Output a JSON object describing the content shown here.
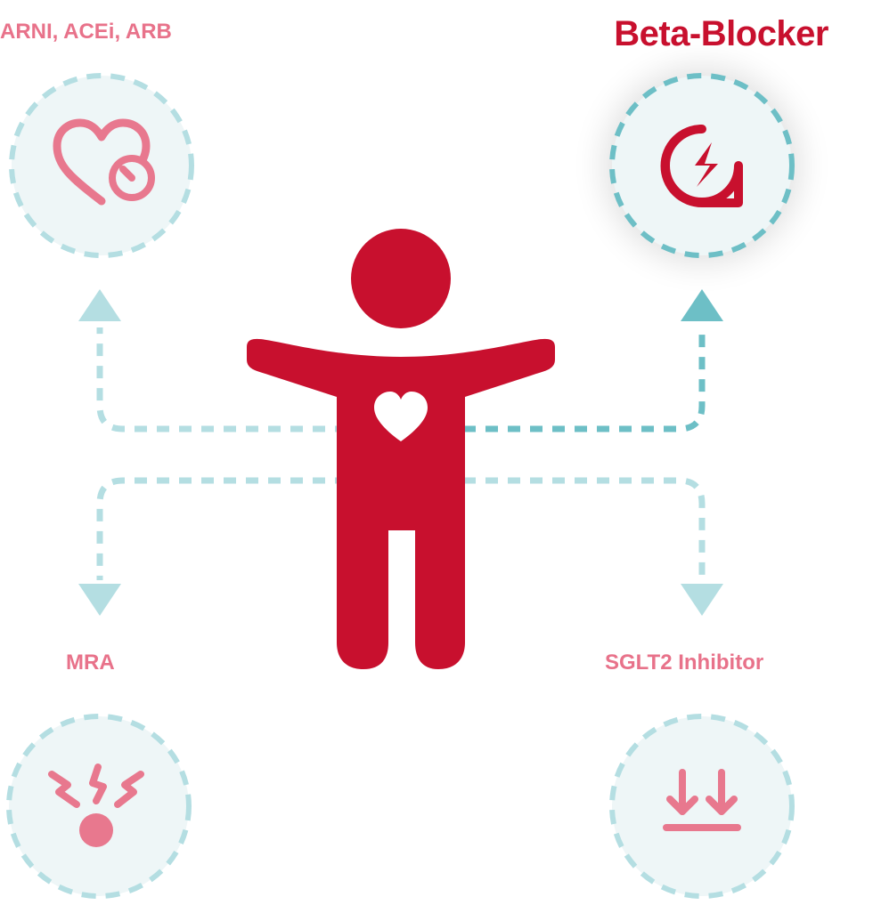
{
  "labels": {
    "arni": "ARNI, ACEi, ARB",
    "beta": "Beta-Blocker",
    "mra": "MRA",
    "sglt2": "SGLT2 Inhibitor"
  },
  "icons": {
    "arni": "heart-gauge-icon",
    "beta": "lightning-bubble-icon",
    "mra": "lightning-dot-icon",
    "sglt2": "arrows-down-bar-icon",
    "center": "person-with-heart-icon"
  },
  "colors": {
    "primary": "#C8102E",
    "label_pink": "#E8728A",
    "icon_pink": "#E8788E",
    "circle_fill": "#EEF6F7",
    "dash_light": "#B4DEE2",
    "dash_active": "#6DBFC6",
    "highlight": "Beta-Blocker"
  }
}
